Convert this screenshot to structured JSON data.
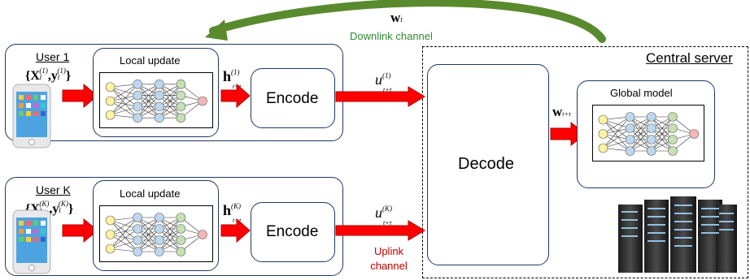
{
  "user1": {
    "label": "User 1",
    "data_symbol": "{X_t^(1), y_t^(1)}",
    "local_update_label": "Local update",
    "h_symbol": "h",
    "h_sup": "(1)",
    "h_sub": "t+τ",
    "encode_label": "Encode",
    "u_symbol": "u",
    "u_sup": "(1)",
    "u_sub": "t+τ"
  },
  "userK": {
    "label": "User K",
    "data_symbol": "{X_t^(K), y_t^(K)}",
    "local_update_label": "Local update",
    "h_symbol": "h",
    "h_sup": "(K)",
    "h_sub": "t+τ",
    "encode_label": "Encode",
    "u_symbol": "u",
    "u_sup": "(K)",
    "u_sub": "t+τ"
  },
  "server": {
    "label": "Central server",
    "decode_label": "Decode",
    "global_model_label": "Global model",
    "w_symbol": "w",
    "w_sub": "t+τ"
  },
  "downlink": {
    "w_symbol": "w",
    "w_sub": "t",
    "label": "Downlink channel",
    "color": "#5a8a2e"
  },
  "uplink": {
    "label_line1": "Uplink",
    "label_line2": "channel",
    "color": "#c00000"
  },
  "colors": {
    "box_border": "#1f3864",
    "arrow": "#ff0000",
    "node_yellow": "#fff2a0",
    "node_blue": "#bdd7ee",
    "node_green": "#c5e0b3",
    "node_red": "#f4b6b6"
  }
}
